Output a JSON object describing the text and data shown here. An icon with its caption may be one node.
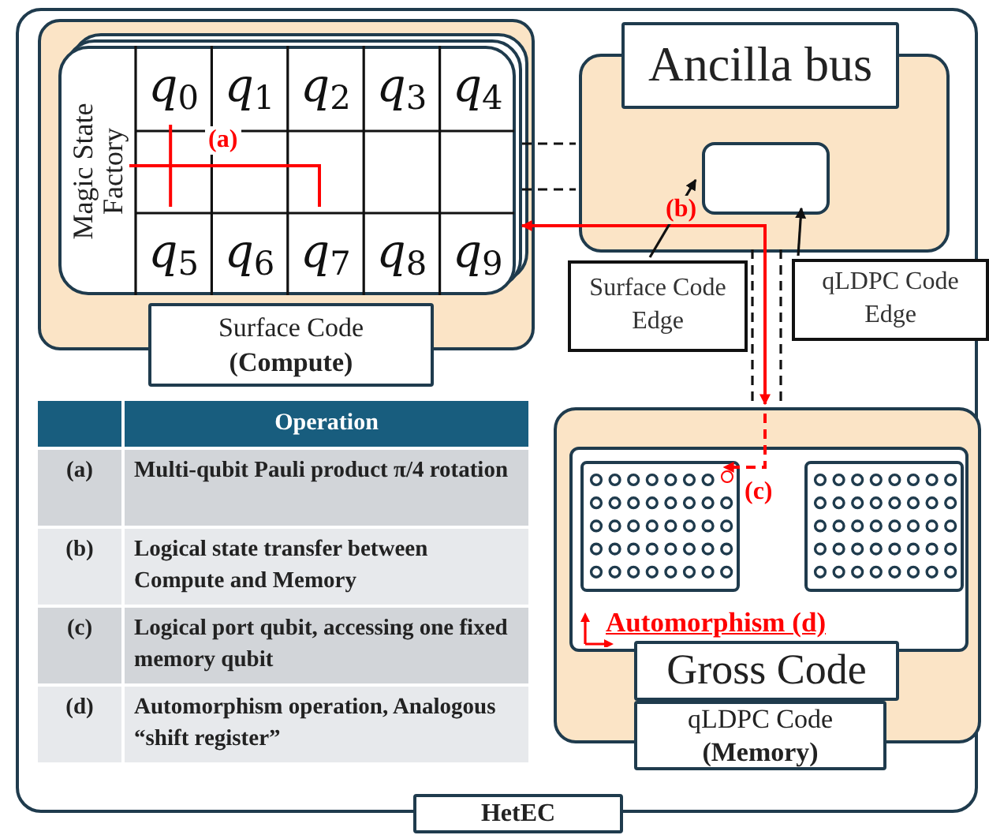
{
  "diagram": {
    "nodes": [
      {
        "text": [
          "HetEC"
        ]
      },
      {
        "text": [
          "Surface Code **(Compute)**"
        ],
        "in": 0
      },
      {
        "text": [],
        "shape": "box",
        "in": 1
      },
      {
        "text": [
          "Magic State Factory"
        ],
        "in": 2
      },
      {
        "text": [
          "q$_{0}$"
        ],
        "in": 2
      },
      {
        "text": [
          "q$_{1}$"
        ],
        "in": 2
      },
      {
        "text": [
          "q$_{2}$"
        ],
        "in": 2
      },
      {
        "text": [
          "q$_{3}$"
        ],
        "in": 2
      },
      {
        "text": [
          "q$_{4}$"
        ],
        "in": 2
      },
      {
        "text": [
          "q$_{5}$"
        ],
        "in": 2
      },
      {
        "text": [
          "q$_{6}$"
        ],
        "in": 2
      },
      {
        "text": [
          "q$_{7}$"
        ],
        "in": 2
      },
      {
        "text": [
          "q$_{8}$"
        ],
        "in": 2
      },
      {
        "text": [
          "q$_{9}$"
        ],
        "in": 2
      },
      {
        "text": [
          "Ancilla bus"
        ],
        "in": 0
      },
      {
        "text": [],
        "shape": "box",
        "in": 14
      },
      {
        "text": [
          "Surface Code Edge"
        ],
        "in": 0
      },
      {
        "text": [
          "qLDPC Code Edge"
        ],
        "in": 0
      },
      {
        "text": [
          "qLDPC Code **(Memory)**"
        ],
        "in": 0
      },
      {
        "text": [
          "Gross Code"
        ],
        "in": 18
      },
      {
        "text": [],
        "shape": "box",
        "in": 19
      },
      {
        "text": [],
        "shape": "circle",
        "in": 20
      },
      {
        "text": [],
        "shape": "box",
        "in": 19
      },
      {
        "text": [
          "Automorphism (d)"
        ],
        "in": 19
      }
    ],
    "edges": [
      {
        "from": 4,
        "to": 9,
        "arrow": "none",
        "color": "#ff0000"
      },
      {
        "from": 3,
        "to": 11,
        "arrow": "none",
        "label": "(a)",
        "color": "#ff0000"
      },
      {
        "from": 18,
        "to": 2,
        "arrow": "both",
        "label": "(b)",
        "color": "#ff0000"
      },
      {
        "from": null,
        "to": 21,
        "arrow": "to",
        "label": "(c)",
        "style": "dashed",
        "color": "#ff0000"
      },
      {
        "from": 2,
        "to": 14,
        "arrow": "none",
        "style": "dashed"
      },
      {
        "from": 2,
        "to": 14,
        "arrow": "none",
        "style": "dashed"
      },
      {
        "from": 14,
        "to": 18,
        "arrow": "none",
        "style": "dashed"
      },
      {
        "from": 14,
        "to": 18,
        "arrow": "none",
        "style": "dashed"
      },
      {
        "from": 16,
        "to": 15,
        "arrow": "to"
      },
      {
        "from": 17,
        "to": 15,
        "arrow": "to"
      }
    ],
    "labels": [
      "Operation",
      "(a)",
      "Multi-qubit Pauli product π/4 rotation",
      "(b)",
      "Logical state transfer between Compute and Memory",
      "(c)",
      "Logical port qubit, accessing one fixed memory qubit",
      "(d)",
      "Automorphism operation, Analogous “shift register”"
    ]
  }
}
